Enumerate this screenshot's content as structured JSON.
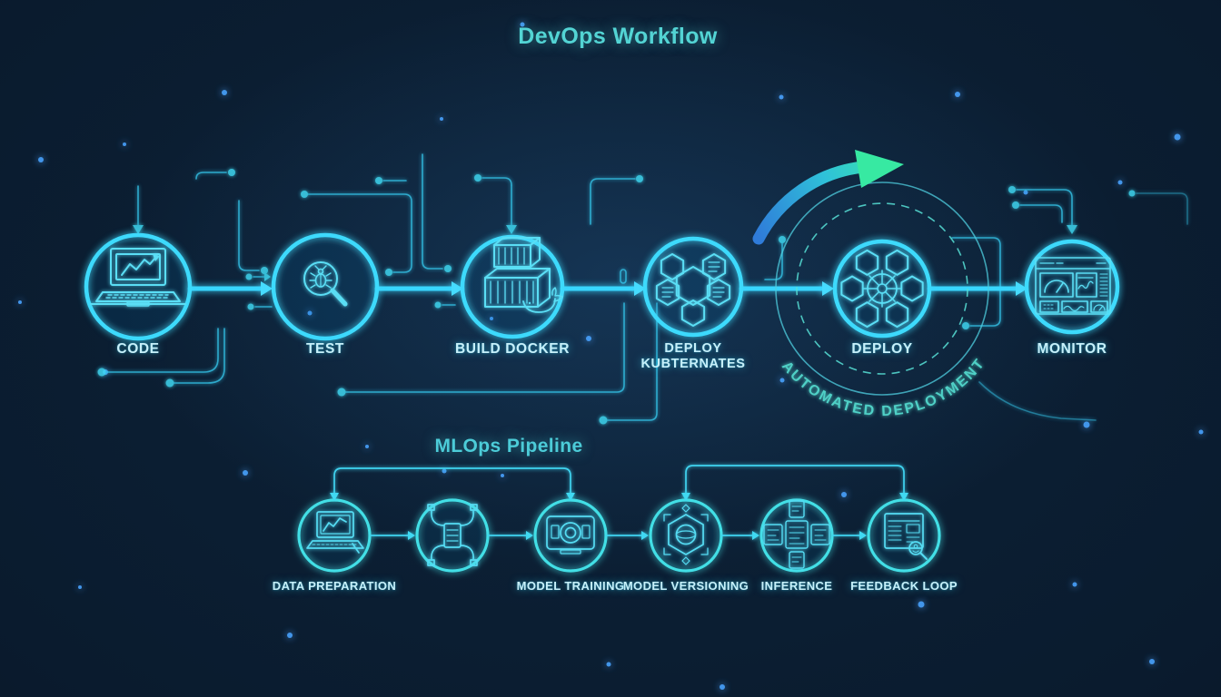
{
  "title": "DevOps Workflow",
  "devops": {
    "nodes": [
      {
        "id": "code",
        "label": "CODE",
        "icon": "laptop-chart"
      },
      {
        "id": "test",
        "label": "TEST",
        "icon": "bug-magnifier"
      },
      {
        "id": "build-docker",
        "label": "BUILD DOCKER",
        "icon": "docker-containers"
      },
      {
        "id": "deploy-kubernetes",
        "label_line1": "DEPLOY",
        "label_line2": "KUBTERNATES",
        "icon": "kubernetes-hexagons"
      },
      {
        "id": "deploy",
        "label": "DEPLOY",
        "icon": "helm-wheel-hexagons"
      },
      {
        "id": "monitor",
        "label": "MONITOR",
        "icon": "monitoring-dashboard"
      }
    ],
    "badge": "AUTOMATED DEPLOYMENT"
  },
  "mlops": {
    "title": "MLOps Pipeline",
    "nodes": [
      {
        "id": "data-preparation",
        "label": "DATA PREPARATION",
        "icon": "laptop-chart"
      },
      {
        "id": "processing",
        "label": "",
        "icon": "data-processing"
      },
      {
        "id": "model-training",
        "label": "MODEL TRAINING",
        "icon": "training-screen"
      },
      {
        "id": "model-versioning",
        "label": "MODEL VERSIONING",
        "icon": "hexagon-sphere"
      },
      {
        "id": "inference",
        "label": "INFERENCE",
        "icon": "card-grid"
      },
      {
        "id": "feedback-loop",
        "label": "FEEDBACK LOOP",
        "icon": "document-magnifier"
      }
    ]
  },
  "palette": {
    "background": "#0a1b2e",
    "accent_cyan": "#3edafc",
    "beam": "#38d6ff",
    "trace": "#35c3e8",
    "teal_title": "#53d4d4",
    "badge_teal": "#4fd0c6",
    "arrow_green": "#37e9a2",
    "label": "#c7f0fa",
    "bokeh_blue": "#4aa3ff"
  }
}
